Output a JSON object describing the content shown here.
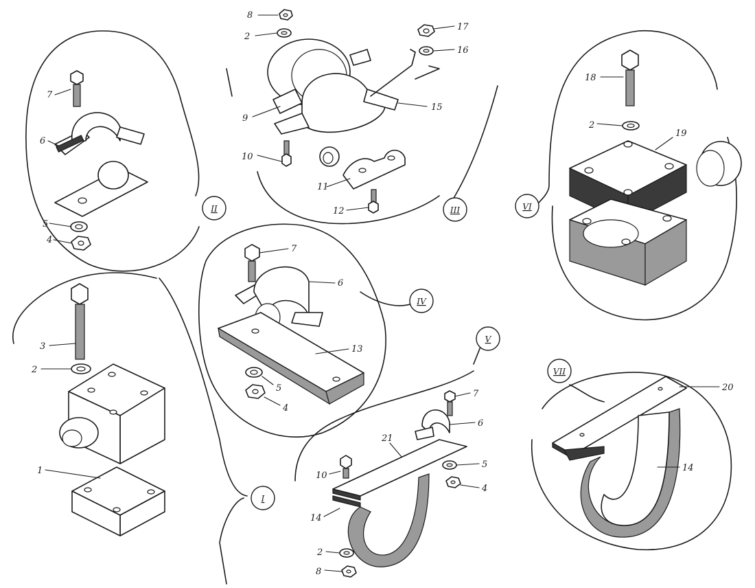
{
  "groups": [
    {
      "id": "I",
      "roman": "I"
    },
    {
      "id": "II",
      "roman": "II"
    },
    {
      "id": "III",
      "roman": "III"
    },
    {
      "id": "IV",
      "roman": "IV"
    },
    {
      "id": "V",
      "roman": "V"
    },
    {
      "id": "VI",
      "roman": "VI"
    },
    {
      "id": "VII",
      "roman": "VII"
    }
  ],
  "labels": {
    "g1": {
      "bolt": "3",
      "washer": "2",
      "seal": "1"
    },
    "g2": {
      "bolt": "7",
      "clamp": "6",
      "washer": "5",
      "nut": "4"
    },
    "g3": {
      "nut_top": "8",
      "washer_top": "2",
      "nut_right": "17",
      "washer_right": "16",
      "clamp": "9",
      "wire": "15",
      "bolt_small": "10",
      "bracket": "11",
      "bolt_low": "12"
    },
    "g4": {
      "bolt": "7",
      "clamp": "6",
      "plate": "13",
      "washer": "5",
      "nut": "4"
    },
    "g5": {
      "bolt_top": "7",
      "clamp": "6",
      "strap_plate": "21",
      "bolt_left": "10",
      "washer": "5",
      "nut": "4",
      "strap": "14",
      "washer_low": "2",
      "nut_low": "8"
    },
    "g6": {
      "bolt": "18",
      "washer": "2",
      "block": "19"
    },
    "g7": {
      "plate": "20",
      "strap": "14"
    }
  }
}
